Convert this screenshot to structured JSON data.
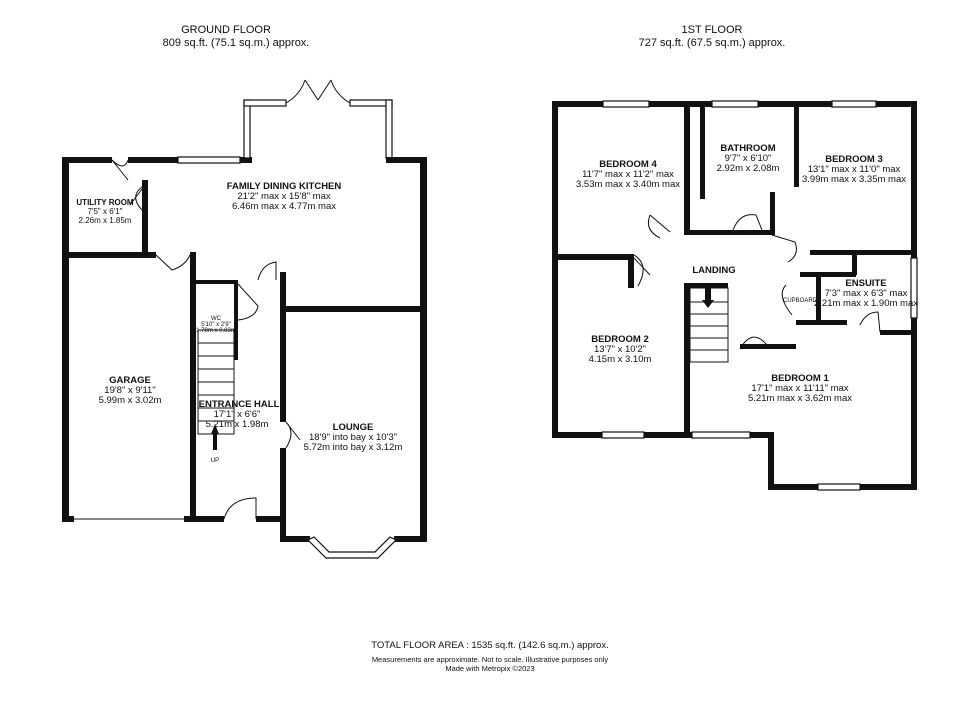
{
  "ground_floor": {
    "heading": "GROUND FLOOR",
    "area": "809 sq.ft. (75.1 sq.m.) approx.",
    "rooms": {
      "utility": {
        "name": "UTILITY ROOM",
        "imperial": "7'5\" x 6'1\"",
        "metric": "2.26m x 1.85m"
      },
      "kitchen": {
        "name": "FAMILY DINING KITCHEN",
        "imperial": "21'2\" max x 15'8\" max",
        "metric": "6.46m max x 4.77m max"
      },
      "garage": {
        "name": "GARAGE",
        "imperial": "19'8\" x 9'11\"",
        "metric": "5.99m x 3.02m"
      },
      "wc": {
        "name": "WC",
        "imperial": "5'10\" x 2'9\"",
        "metric": "1.78m x 0.83m"
      },
      "hall": {
        "name": "ENTRANCE HALL",
        "imperial": "17'1\" x 6'6\"",
        "metric": "5.21m x 1.98m"
      },
      "lounge": {
        "name": "LOUNGE",
        "imperial": "18'9\" into bay x 10'3\"",
        "metric": "5.72m into bay x 3.12m"
      }
    },
    "stair_label": "UP"
  },
  "first_floor": {
    "heading": "1ST FLOOR",
    "area": "727 sq.ft. (67.5 sq.m.) approx.",
    "rooms": {
      "bed4": {
        "name": "BEDROOM 4",
        "imperial": "11'7\" max x 11'2\" max",
        "metric": "3.53m max x 3.40m max"
      },
      "bath": {
        "name": "BATHROOM",
        "imperial": "9'7\" x 6'10\"",
        "metric": "2.92m x 2.08m"
      },
      "bed3": {
        "name": "BEDROOM 3",
        "imperial": "13'1\" max x 11'0\" max",
        "metric": "3.99m max x 3.35m max"
      },
      "landing": {
        "name": "LANDING"
      },
      "ensuite": {
        "name": "ENSUITE",
        "imperial": "7'3\" max x 6'3\" max",
        "metric": "2.21m max x 1.90m max"
      },
      "cupboard": {
        "name": "CUPBOARD"
      },
      "bed2": {
        "name": "BEDROOM 2",
        "imperial": "13'7\" x 10'2\"",
        "metric": "4.15m x 3.10m"
      },
      "bed1": {
        "name": "BEDROOM 1",
        "imperial": "17'1\" max x 11'11\" max",
        "metric": "5.21m max x 3.62m max"
      }
    }
  },
  "footer": {
    "total": "TOTAL FLOOR AREA : 1535 sq.ft. (142.6 sq.m.) approx.",
    "disclaimer": "Measurements are approximate.  Not to scale.  Illustrative purposes only",
    "credit": "Made with Metropix ©2023"
  }
}
